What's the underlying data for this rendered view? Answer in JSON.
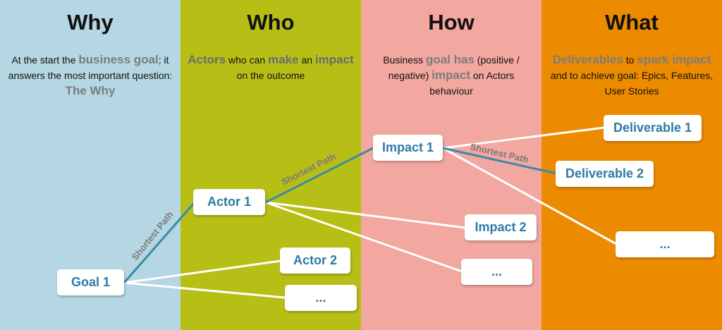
{
  "columns": {
    "why": {
      "title": "Why",
      "desc": {
        "t1": "At the start the ",
        "h1": "business goal",
        "t2": "; it answers the most important question: ",
        "h2": "The Why"
      }
    },
    "who": {
      "title": "Who",
      "desc": {
        "h1": "Actors",
        "t1": " who can ",
        "h2": "make",
        "t2": " an ",
        "h3": "impact",
        "t3": " on the outcome"
      }
    },
    "how": {
      "title": "How",
      "desc": {
        "t1": "Business ",
        "h1": "goal has",
        "t2": " (positive / negative) ",
        "h2": "impact",
        "t3": " on Actors behaviour"
      }
    },
    "what": {
      "title": "What",
      "desc": {
        "h1": "Deliverables",
        "t1": " to ",
        "h2": "spark impact",
        "t2": " and to achieve  goal: Epics, Features, User Stories"
      }
    }
  },
  "nodes": {
    "goal1": "Goal 1",
    "actor1": "Actor 1",
    "actor2": "Actor 2",
    "actor_more": "...",
    "impact1": "Impact 1",
    "impact2": "Impact 2",
    "impact_more": "...",
    "deliverable1": "Deliverable 1",
    "deliverable2": "Deliverable 2",
    "deliverable_more": "..."
  },
  "path_labels": {
    "goal_actor": "Shortest Path",
    "actor_impact": "Shortest Path",
    "impact_deliverable": "Shortest Path"
  },
  "colors": {
    "why_bg": "#b4d7e3",
    "who_bg": "#b7bf17",
    "how_bg": "#f2a7a0",
    "what_bg": "#ec8b00",
    "shortest_path": "#3d8aa8",
    "connector": "#ffffff",
    "node_text": "#2e7aa6"
  }
}
